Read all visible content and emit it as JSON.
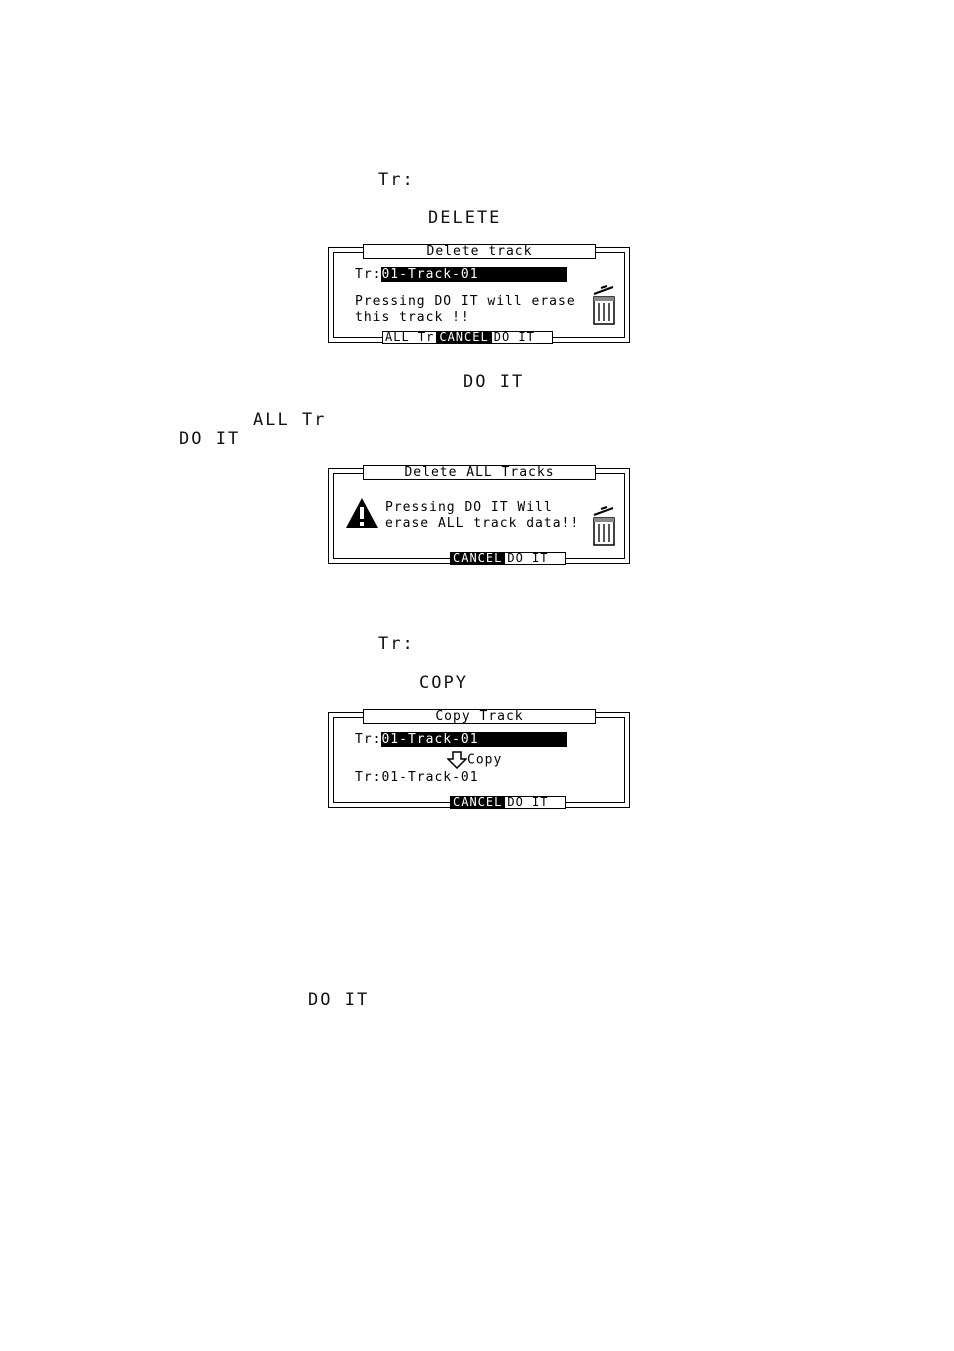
{
  "labels": {
    "tr1": "Tr:",
    "delete": "DELETE",
    "doit1": "DO IT",
    "alltr": "ALL Tr",
    "doit2": "DO IT",
    "tr2": "Tr:",
    "copy": "COPY",
    "doit3": "DO IT"
  },
  "screen1": {
    "title": "Delete track",
    "tr_label": "Tr:",
    "tr_value": "01-Track-01",
    "msg_line1": "Pressing DO IT will erase",
    "msg_line2": "this track !!",
    "softkeys": [
      "ALL Tr",
      "CANCEL",
      "DO IT"
    ],
    "selected_softkey": "CANCEL",
    "icon": "trash-can-icon"
  },
  "screen2": {
    "title": "Delete ALL Tracks",
    "msg_line1": "Pressing DO IT Will",
    "msg_line2": "erase ALL track data!!",
    "softkeys": [
      "CANCEL",
      "DO IT"
    ],
    "selected_softkey": "CANCEL",
    "icons": [
      "warning-icon",
      "trash-can-icon"
    ]
  },
  "screen3": {
    "title": "Copy Track",
    "src_label": "Tr:",
    "src_value": "01-Track-01",
    "copy_text": "Copy",
    "dst_label": "Tr:",
    "dst_value": "01-Track-01",
    "softkeys": [
      "CANCEL",
      "DO IT"
    ],
    "selected_softkey": "CANCEL",
    "icon": "down-arrow-icon"
  }
}
